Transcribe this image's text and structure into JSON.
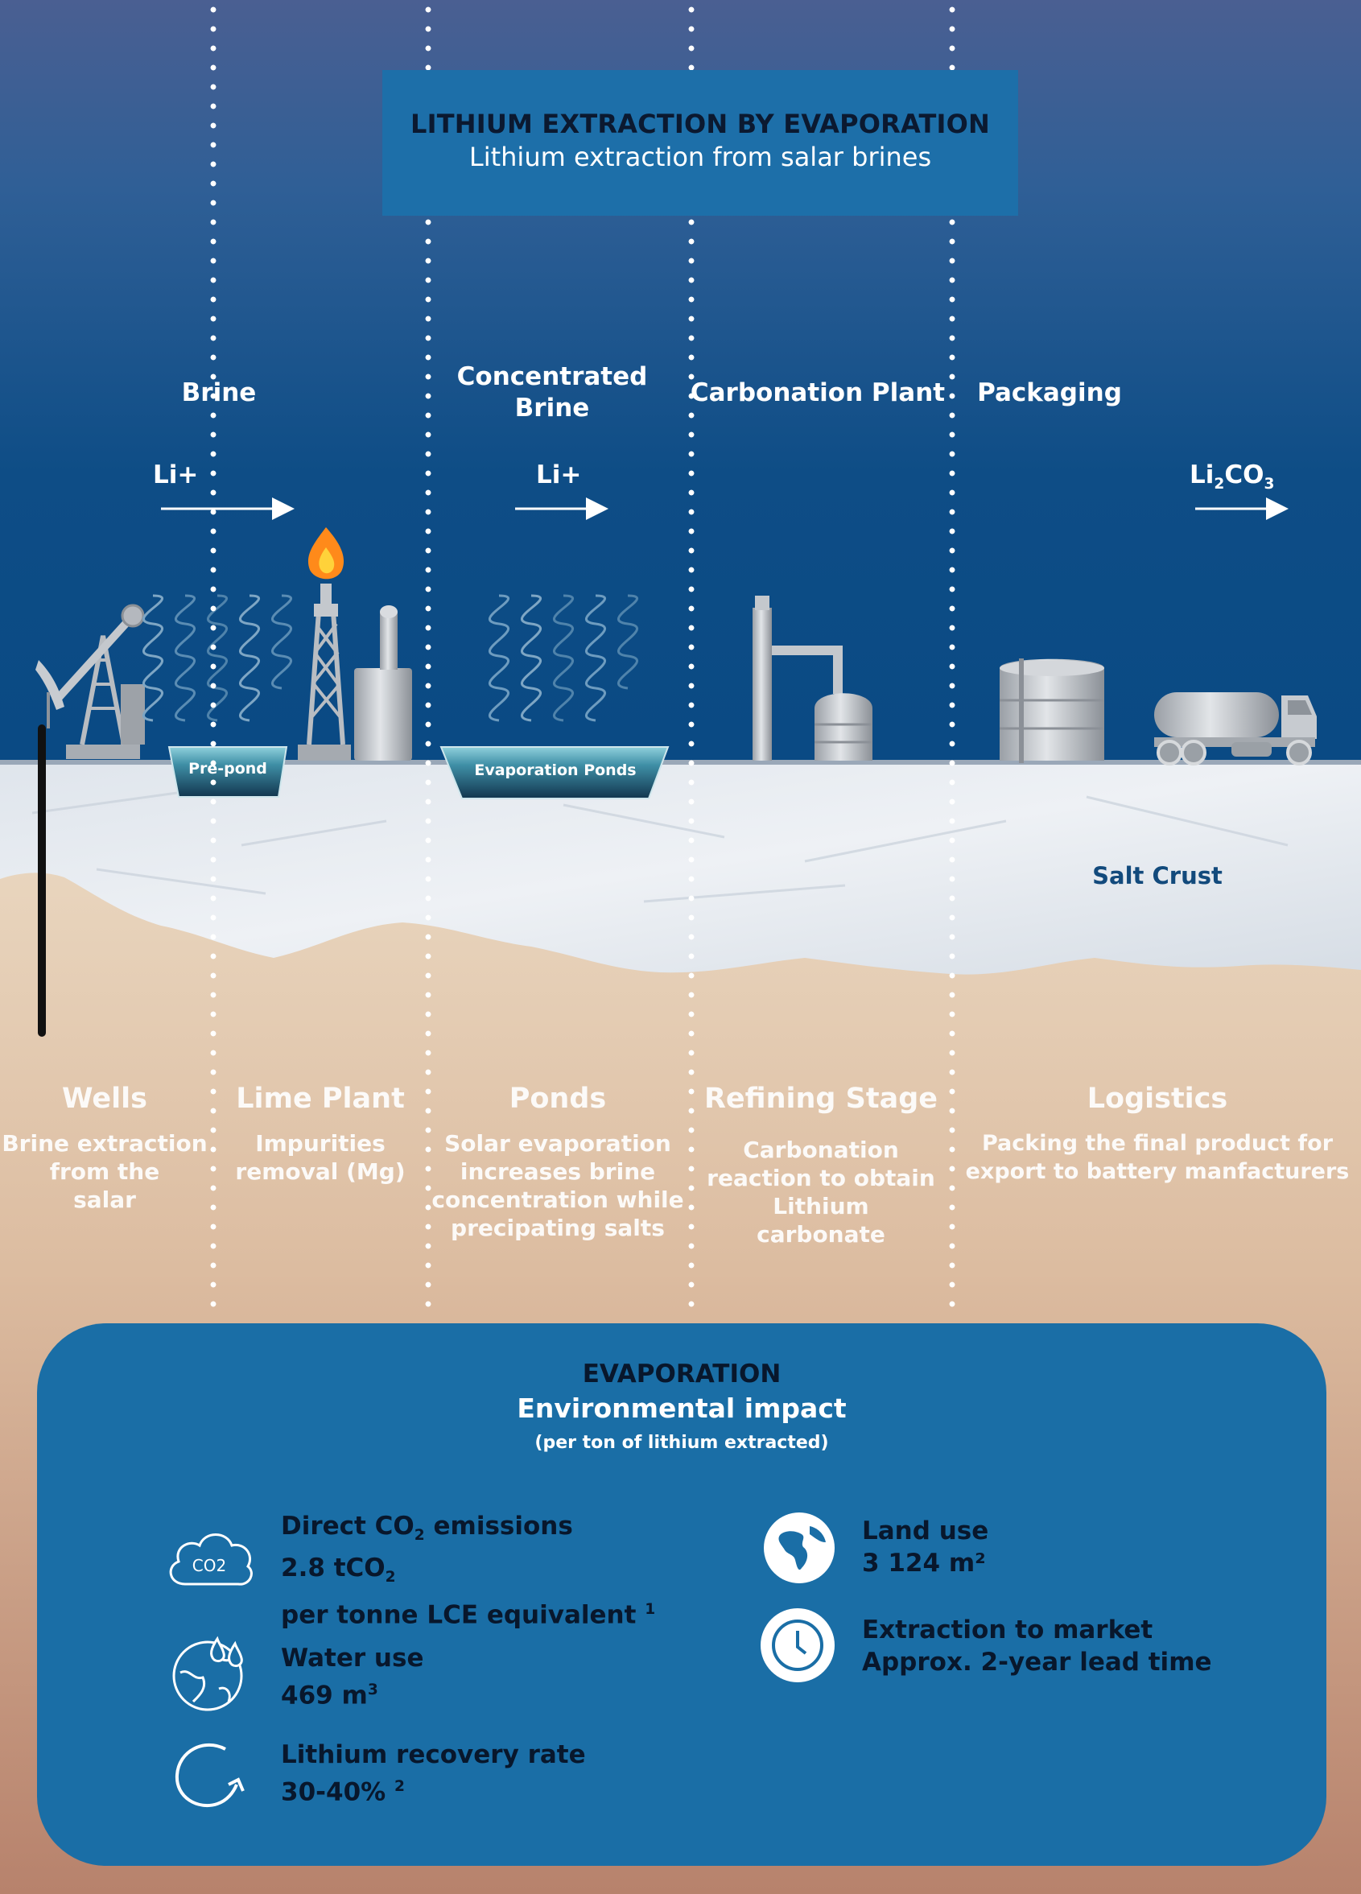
{
  "header": {
    "title": "LITHIUM EXTRACTION BY EVAPORATION",
    "subtitle": "Lithium extraction from salar brines"
  },
  "stage_labels": {
    "brine": "Brine",
    "concentrated_brine_line1": "Concentrated",
    "concentrated_brine_line2": "Brine",
    "carbonation_plant": "Carbonation Plant",
    "packaging": "Packaging"
  },
  "flow": {
    "ion_1": "Li+",
    "ion_2": "Li+",
    "product": {
      "prefix": "Li",
      "sub1": "2",
      "mid": "CO",
      "sub2": "3"
    }
  },
  "pond_labels": {
    "pre_pond": "Pre-pond",
    "evaporation_ponds": "Evaporation Ponds"
  },
  "ground": {
    "salt_crust": "Salt Crust"
  },
  "steps": [
    {
      "title": "Wells",
      "lines": [
        "Brine extraction",
        "from the",
        "salar"
      ]
    },
    {
      "title": "Lime Plant",
      "lines": [
        "Impurities",
        "removal (Mg)"
      ]
    },
    {
      "title": "Ponds",
      "lines": [
        "Solar evaporation",
        "increases brine",
        "concentration while",
        "precipating salts"
      ]
    },
    {
      "title": "Refining Stage",
      "lines": [
        "Carbonation",
        "reaction to obtain",
        "Lithium",
        "carbonate"
      ]
    },
    {
      "title": "Logistics",
      "lines": [
        "Packing the final product for",
        "export to battery manfacturers"
      ]
    }
  ],
  "impact": {
    "heading": "EVAPORATION",
    "subheading": "Environmental impact",
    "note": "(per ton of lithium extracted)",
    "co2": {
      "icon": "co2-cloud-icon",
      "icon_text": "CO2",
      "label_a": "Direct CO",
      "label_sub": "2",
      "label_b": " emissions",
      "value_a": "2.8 tCO",
      "value_sub": "2",
      "detail": "per tonne LCE equivalent",
      "footnote": "1"
    },
    "water": {
      "icon": "water-globe-icon",
      "label": "Water use",
      "value": "469 m",
      "unit_sup": "3"
    },
    "recovery": {
      "icon": "recycle-arrow-icon",
      "label": "Lithium recovery rate",
      "value": "30-40%",
      "footnote": "2"
    },
    "land": {
      "icon": "globe-icon",
      "label": "Land use",
      "value": "3 124 m²"
    },
    "market": {
      "icon": "clock-icon",
      "label": "Extraction to market",
      "value": "Approx. 2-year lead time"
    }
  },
  "colors": {
    "sky_top": "#4a5f92",
    "sky_bottom": "#0a4a84",
    "title_box": "#1d6fa9",
    "impact_box": "#1a6ea6",
    "salt_crust_text": "#124a7c",
    "dark_text": "#08172c"
  }
}
